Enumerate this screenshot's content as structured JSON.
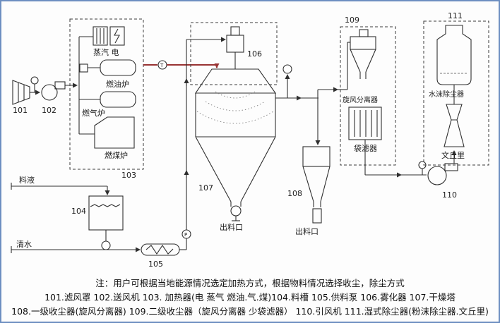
{
  "colors": {
    "border": "#6d8fc1",
    "line": "#2f2f2f",
    "hot_pipe": "#993333",
    "background": "#fdfdfd"
  },
  "diagram": {
    "labels": {
      "n101": "101",
      "n102": "102",
      "n103": "103",
      "n104": "104",
      "n105": "105",
      "n106": "106",
      "n107": "107",
      "n108": "108",
      "n109": "109",
      "n110": "110",
      "n111": "111",
      "steam_electric": "蒸汽 电",
      "oil_furnace": "燃油炉",
      "gas_furnace": "燃气炉",
      "coal_furnace": "燃煤炉",
      "feed_liquid": "料液",
      "clean_water": "清水",
      "tower_outlet": "出料口",
      "cyclone_outlet": "出料口",
      "cyclone_separator": "旋风分离器",
      "bag_filter": "袋滤器",
      "water_mist_collector": "水沫除尘器",
      "venturi": "文丘里",
      "gauge_t": "T",
      "gauge_p": "P"
    }
  },
  "notes": {
    "line1": "注：用户可根据当地能源情况选定加热方式，根据物料情况选择收尘，除尘方式",
    "line2": "101.滤风罩 102.送风机 103. 加热器(电 蒸气 燃油.气.煤)104.料槽 105.供料泵 106.雾化器 107.干燥塔",
    "line3": "108.一级收尘器(旋风分离器) 109.二级收尘器（旋风分离器 少袋滤器） 110.引风机 111.湿式除尘器(粉沫除尘器.文丘里)"
  }
}
